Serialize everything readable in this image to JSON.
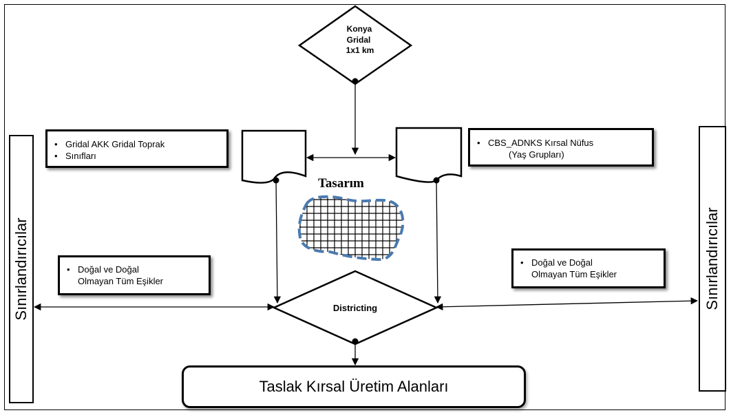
{
  "nodes": {
    "source": {
      "line1": "Konya",
      "line2": "Gridal",
      "line3": "1x1 km"
    },
    "process": {
      "label": "Districting"
    },
    "design": {
      "label": "Tasarım"
    },
    "output": {
      "label": "Taslak Kırsal Üretim Alanları"
    }
  },
  "notes": {
    "left_top": {
      "line1": "Gridal AKK Gridal Toprak",
      "line2": "Sınıfları"
    },
    "right_top": {
      "line1": "CBS_ADNKS Kırsal Nüfus",
      "line2": "(Yaş Grupları)"
    },
    "left_mid": {
      "line1": "Doğal  ve Doğal",
      "line2": "Olmayan Tüm Eşikler"
    },
    "right_mid": {
      "line1": "Doğal  ve Doğal",
      "line2": "Olmayan Tüm Eşikler"
    }
  },
  "constraints": {
    "left": "Sınırlandırıcılar",
    "right": "Sınırlandırıcılar"
  },
  "colors": {
    "grid_border": "#4a7ab0",
    "line": "#000000"
  }
}
